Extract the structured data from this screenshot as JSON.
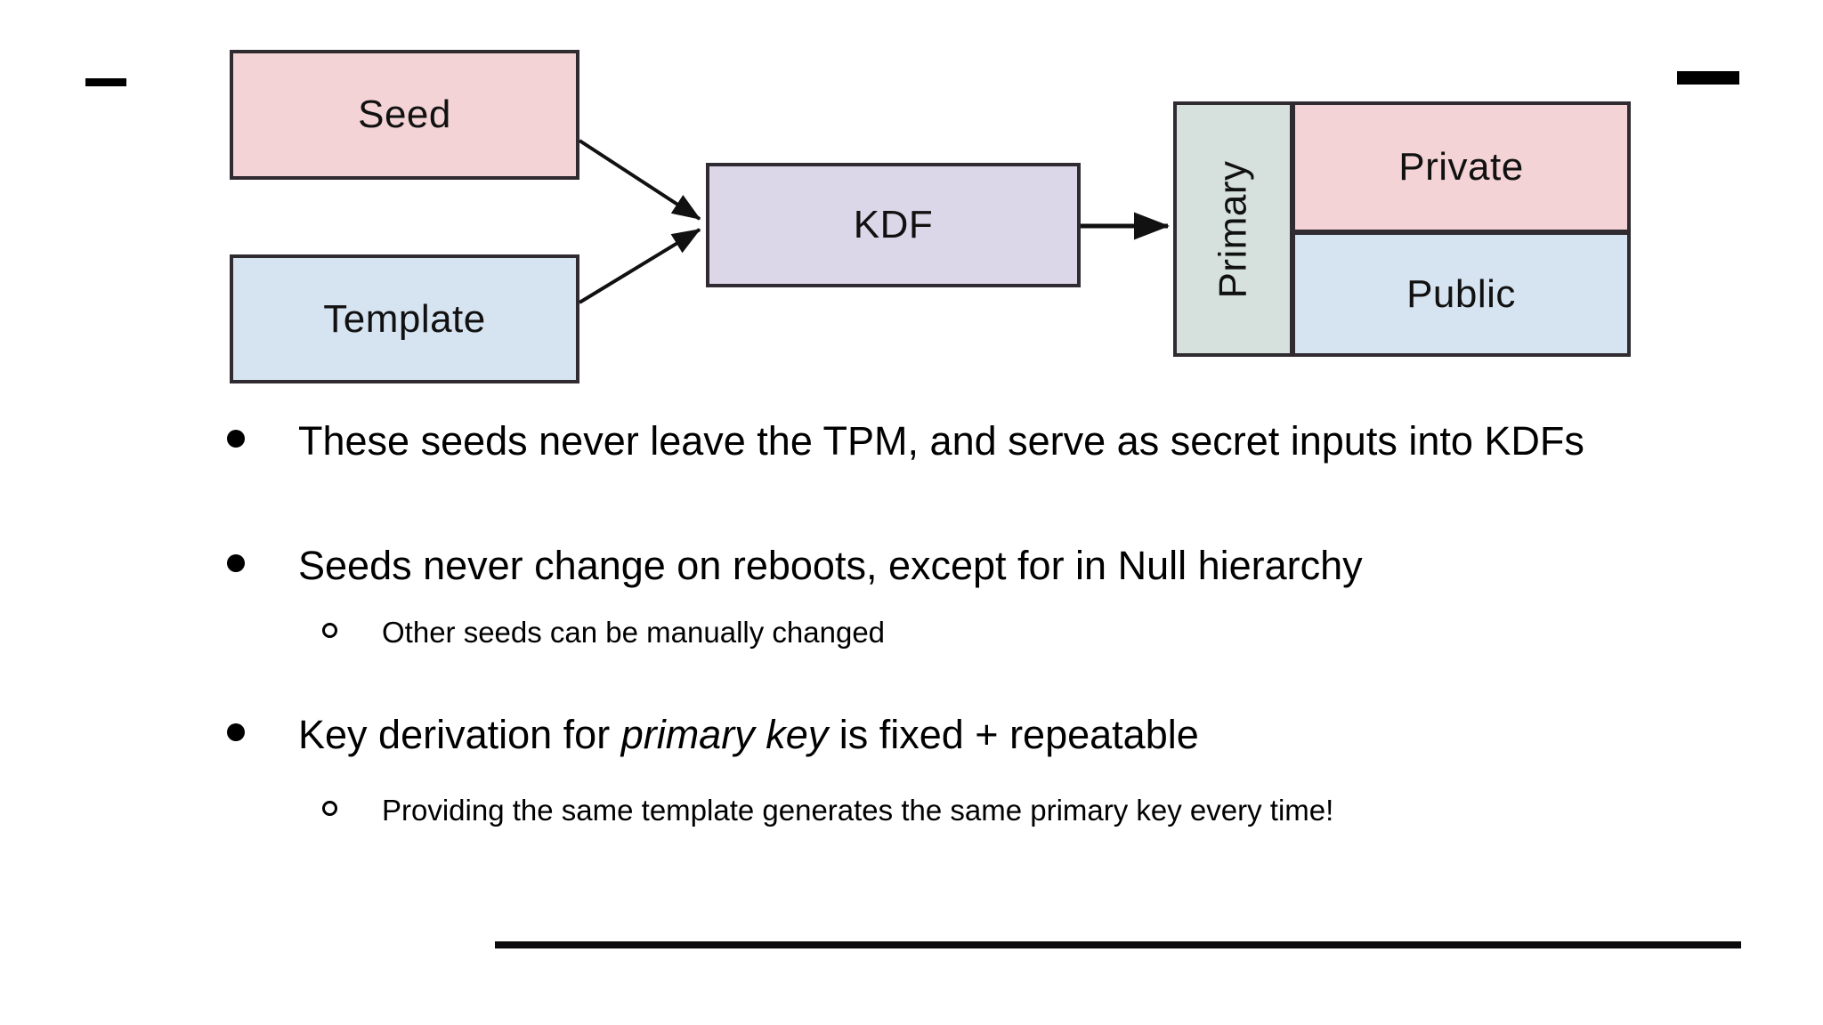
{
  "slide": {
    "background": "#ffffff",
    "decorations": {
      "dash_left": "dash-left-mark",
      "dash_right": "dash-right-mark",
      "bottom_rule": "horizontal-rule"
    }
  },
  "diagram": {
    "type": "flow-diagram",
    "nodes": [
      {
        "id": "seed",
        "label": "Seed",
        "color": "#f3d3d5",
        "border": "#2f2b30"
      },
      {
        "id": "template",
        "label": "Template",
        "color": "#d6e3f0",
        "border": "#2f2b30"
      },
      {
        "id": "kdf",
        "label": "KDF",
        "color": "#dbd6e8",
        "border": "#2f2b30"
      },
      {
        "id": "primary",
        "label": "Primary",
        "color": "#d6e0dc",
        "border": "#2f2b30",
        "orientation": "vertical"
      },
      {
        "id": "private",
        "label": "Private",
        "color": "#f3d3d5",
        "border": "#2f2b30"
      },
      {
        "id": "public",
        "label": "Public",
        "color": "#d6e3f0",
        "border": "#2f2b30"
      }
    ],
    "edges": [
      {
        "from": "seed",
        "to": "kdf"
      },
      {
        "from": "template",
        "to": "kdf"
      },
      {
        "from": "kdf",
        "to": "primary"
      }
    ]
  },
  "bullets": [
    {
      "level": 1,
      "marker": "filled-disc",
      "text": "These seeds never leave the TPM, and serve as secret inputs into KDFs"
    },
    {
      "level": 1,
      "marker": "filled-disc",
      "text": "Seeds never change on reboots, except for in Null hierarchy"
    },
    {
      "level": 2,
      "marker": "hollow-circle",
      "text": "Other seeds can be manually changed"
    },
    {
      "level": 1,
      "marker": "filled-disc",
      "text_parts": [
        {
          "text": "Key derivation for ",
          "style": "normal"
        },
        {
          "text": "primary key",
          "style": "italic"
        },
        {
          "text": " is fixed + repeatable",
          "style": "normal"
        }
      ]
    },
    {
      "level": 2,
      "marker": "hollow-circle",
      "text": "Providing the same template generates the same primary key every time!"
    }
  ]
}
